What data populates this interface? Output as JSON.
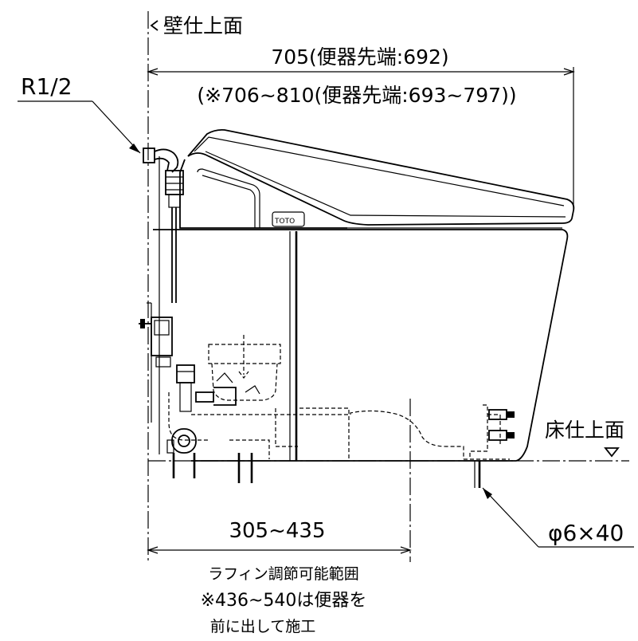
{
  "labels": {
    "wall_finish": "壁仕上面",
    "floor_finish": "床仕上面",
    "pipe_thread": "R1/2",
    "dim_top": "705(便器先端:692)",
    "dim_top_range": "(※706~810(便器先端:693~797))",
    "dim_bottom": "305~435",
    "anchor": "φ6×40",
    "note_line1": "ラフィン調節可能範囲",
    "note_line2": "※436~540は便器を",
    "note_line3": "前に出して施工"
  }
}
